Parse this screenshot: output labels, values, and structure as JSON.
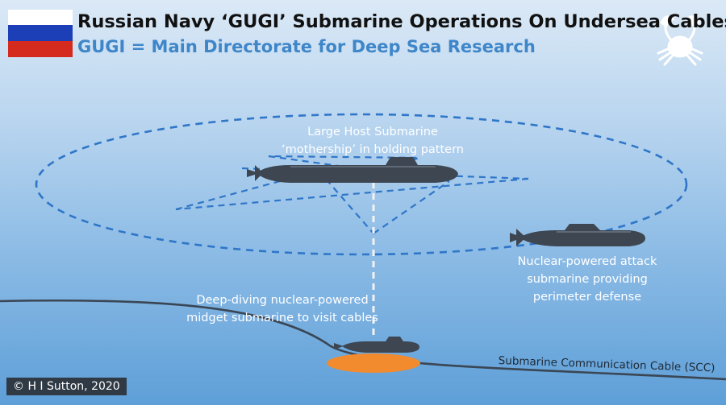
{
  "title": "Russian Navy ‘GUGI’ Submarine Operations On Undersea Cables",
  "subtitle": "GUGI = Main Directorate for Deep Sea Research",
  "labels": {
    "host": [
      "Large Host Submarine",
      "‘mothership’ in holding pattern"
    ],
    "attack": [
      "Nuclear-powered attack",
      "submarine providing",
      "perimeter defense"
    ],
    "midget": [
      "Deep-diving nuclear-powered",
      "midget submarine to visit cables"
    ],
    "cable": "Submarine Communication Cable (SCC)"
  },
  "credit": "© H I Sutton, 2020",
  "icons": {
    "flag": "russia-flag-icon",
    "logo": "crab-logo-icon"
  },
  "colors": {
    "flag_white": "#ffffff",
    "flag_blue": "#1c3fb8",
    "flag_red": "#d52b1e",
    "subtitle": "#3f86c9",
    "dashes": "#2f76c8",
    "tether": "#f2f2f2",
    "cable": "#3a4654",
    "worksite": "#f28a2e",
    "hull": "#3d4651"
  }
}
